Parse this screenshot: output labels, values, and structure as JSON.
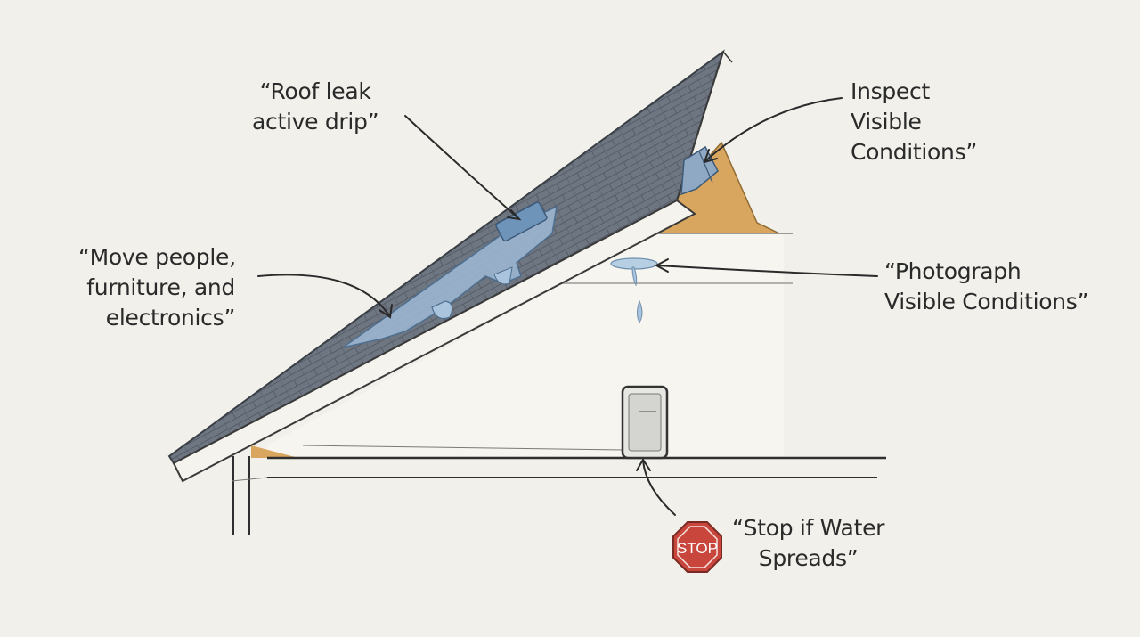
{
  "labels": {
    "roof_leak": [
      "“Roof leak",
      "active drip”"
    ],
    "inspect": [
      "Inspect",
      "Visible",
      "Conditions”"
    ],
    "move": [
      "“Move people,",
      "furniture, and",
      "electronics”"
    ],
    "photograph": [
      "“Photograph",
      "Visible Conditions”"
    ],
    "stop": [
      "“Stop if Water",
      "Spreads”"
    ]
  },
  "stop_sign": {
    "text": "STOP",
    "color": "#c9463d"
  },
  "colors": {
    "background": "#f1f0ea",
    "shingles": "#6c7480",
    "water": "#a9c4dc",
    "wood": "#d8a75e",
    "ink": "#2a2a2a"
  }
}
